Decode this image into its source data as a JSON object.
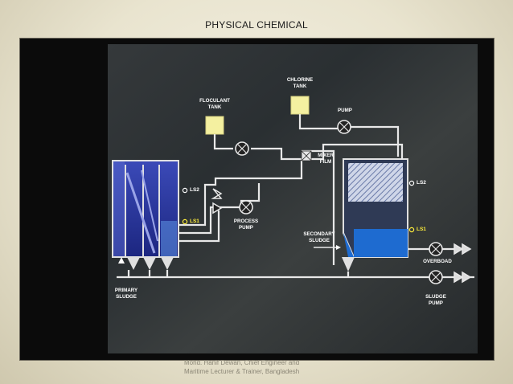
{
  "slide": {
    "title": "PHYSICAL CHEMICAL"
  },
  "diagram": {
    "labels": {
      "chlorine_tank": "CHLORINE\nTANK",
      "floculant_tank": "FLOCULANT\nTANK",
      "pump": "PUMP",
      "mixer_film": "MIXER\nFILM",
      "process_pump": "PROCESS\nPUMP",
      "secondary_sludge": "SECONDARY\nSLUDGE",
      "primary_sludge": "PRIMARY\nSLUDGE",
      "overboad": "OVERBOAD",
      "sludge_pump": "SLUDGE\nPUMP",
      "ls2_left": "LS2",
      "ls1_left": "LS1",
      "ls2_right": "LS2",
      "ls1_right": "LS1"
    },
    "colors": {
      "pipe": "#e8e8e8",
      "water": "#1e6bd0",
      "tank_fill": "#2a3aa0",
      "chem_tank": "#f4f0a0",
      "level_switch_active": "#ffef3a"
    }
  },
  "footer": {
    "credit_line1": "Mohd. Hanif Dewan, Chief Engineer and",
    "credit_line2": "Maritime Lecturer & Trainer, Bangladesh"
  }
}
